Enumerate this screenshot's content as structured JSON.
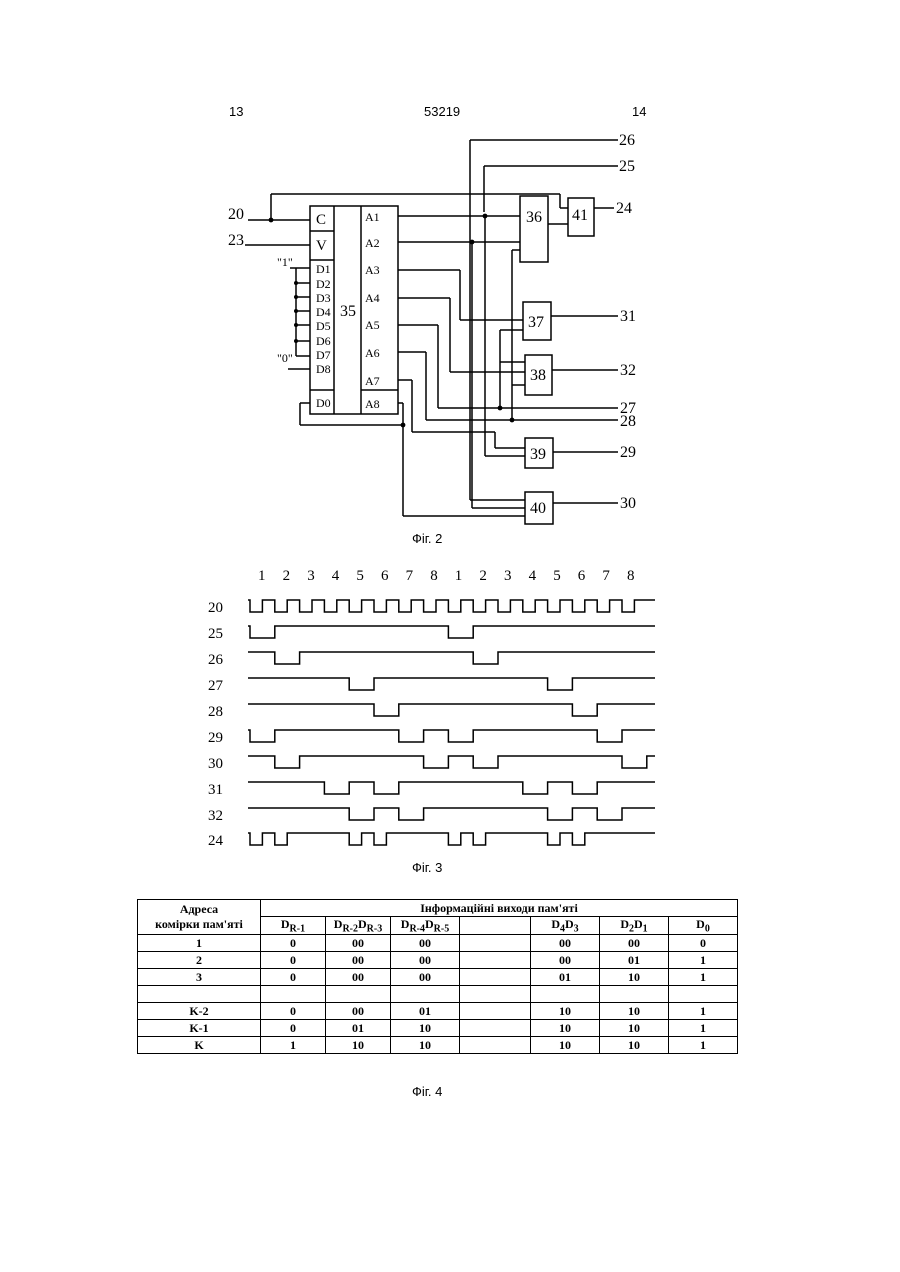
{
  "header": {
    "left": "13",
    "center": "53219",
    "right": "14"
  },
  "fig2": {
    "caption": "Фіг. 2",
    "block35": {
      "number": "35",
      "inputs": [
        "C",
        "V",
        "D1",
        "D2",
        "D3",
        "D4",
        "D5",
        "D6",
        "D7",
        "D8",
        "D0"
      ],
      "outputs": [
        "A1",
        "A2",
        "A3",
        "A4",
        "A5",
        "A6",
        "A7",
        "A8"
      ]
    },
    "const_one": "\"1\"",
    "const_zero": "\"0\"",
    "in_labels": [
      "20",
      "23"
    ],
    "blocks": [
      "36",
      "37",
      "38",
      "39",
      "40",
      "41"
    ],
    "out_labels": [
      "26",
      "25",
      "24",
      "31",
      "32",
      "27",
      "28",
      "29",
      "30"
    ]
  },
  "fig3": {
    "caption": "Фіг. 3",
    "ticks": [
      "1",
      "2",
      "3",
      "4",
      "5",
      "6",
      "7",
      "8",
      "1",
      "2",
      "3",
      "4",
      "5",
      "6",
      "7",
      "8"
    ],
    "signals": [
      {
        "name": "20"
      },
      {
        "name": "25"
      },
      {
        "name": "26"
      },
      {
        "name": "27"
      },
      {
        "name": "28"
      },
      {
        "name": "29"
      },
      {
        "name": "30"
      },
      {
        "name": "31"
      },
      {
        "name": "32"
      },
      {
        "name": "24"
      }
    ]
  },
  "fig4": {
    "caption": "Фіг. 4",
    "head_addr_1": "Адреса",
    "head_addr_2": "комірки пам'яті",
    "head_outputs": "Інформаційні виходи пам'яті",
    "cols": [
      "D",
      "D",
      "D",
      "",
      "D",
      "D",
      "D"
    ],
    "col_labels": [
      "DR-1",
      "DR-2DR-3",
      "DR-4DR-5",
      "",
      "D4D3",
      "D2D1",
      "D0"
    ],
    "rows": [
      [
        "1",
        "0",
        "00",
        "00",
        "",
        "00",
        "00",
        "0"
      ],
      [
        "2",
        "0",
        "00",
        "00",
        "",
        "00",
        "01",
        "1"
      ],
      [
        "3",
        "0",
        "00",
        "00",
        "",
        "01",
        "10",
        "1"
      ],
      [
        "",
        "",
        "",
        "",
        "",
        "",
        "",
        ""
      ],
      [
        "K-2",
        "0",
        "00",
        "01",
        "",
        "10",
        "10",
        "1"
      ],
      [
        "K-1",
        "0",
        "01",
        "10",
        "",
        "10",
        "10",
        "1"
      ],
      [
        "K",
        "1",
        "10",
        "10",
        "",
        "10",
        "10",
        "1"
      ]
    ]
  }
}
